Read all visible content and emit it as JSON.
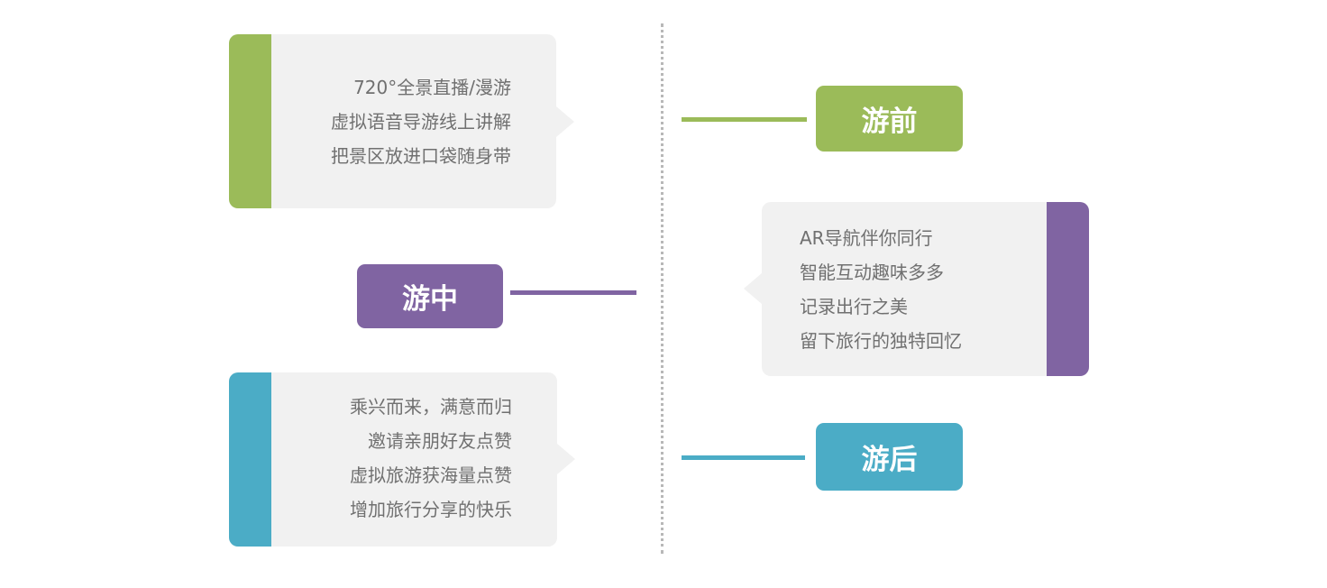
{
  "colors": {
    "before": "#9bbb59",
    "during": "#8064a2",
    "after": "#4bacc6",
    "card_bg": "#f1f1f1",
    "text": "#707070"
  },
  "stages": {
    "before": {
      "label": "游前",
      "lines": [
        "720°全景直播/漫游",
        "虚拟语音导游线上讲解",
        "把景区放进口袋随身带"
      ]
    },
    "during": {
      "label": "游中",
      "lines": [
        "AR导航伴你同行",
        "智能互动趣味多多",
        "记录出行之美",
        "留下旅行的独特回忆"
      ]
    },
    "after": {
      "label": "游后",
      "lines": [
        "乘兴而来，满意而归",
        "邀请亲朋好友点赞",
        "虚拟旅游获海量点赞",
        "增加旅行分享的快乐"
      ]
    }
  }
}
